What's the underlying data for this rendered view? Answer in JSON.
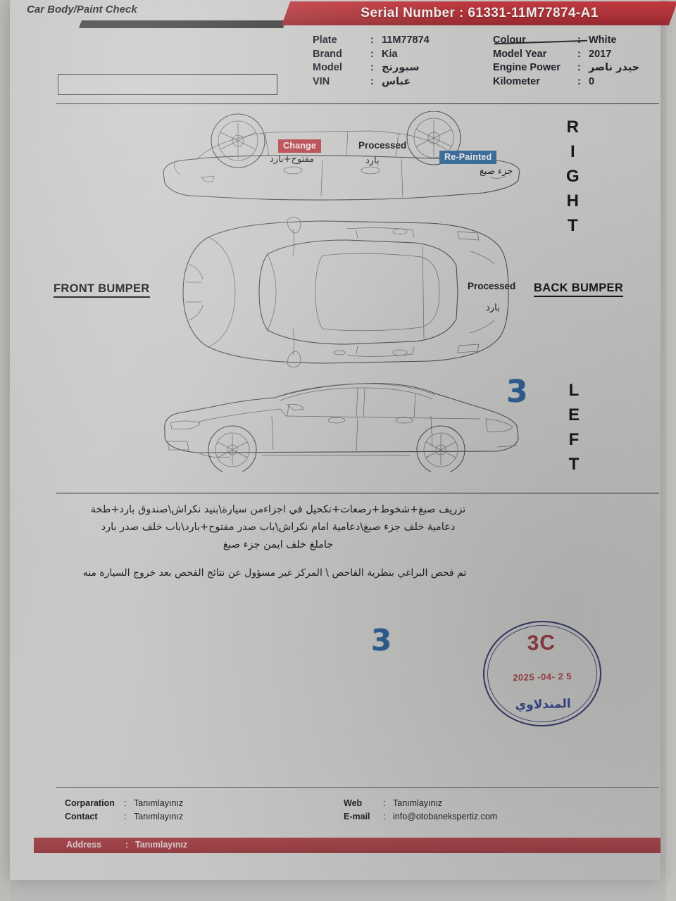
{
  "serial": {
    "label": "Serial Number :",
    "value": "61331-11M77874-A1",
    "full": "Serial Number :  61331-11M77874-A1"
  },
  "vehicle_info": {
    "left": [
      {
        "label": "Plate",
        "colon": ":",
        "value": "11M77874"
      },
      {
        "label": "Brand",
        "colon": ":",
        "value": "Kia"
      },
      {
        "label": "Model",
        "colon": ":",
        "value": "سبورتج"
      },
      {
        "label": "VIN",
        "colon": ":",
        "value": "عباس"
      }
    ],
    "right": [
      {
        "label": "Colour",
        "colon": ":",
        "value": "White"
      },
      {
        "label": "Model Year",
        "colon": ":",
        "value": "2017"
      },
      {
        "label": "Engine Power",
        "colon": ":",
        "value": "حيدر ناصر"
      },
      {
        "label": "Kilometer",
        "colon": ":",
        "value": "0"
      }
    ]
  },
  "section": {
    "title": "Car Body/Paint Check"
  },
  "diagram": {
    "labels": {
      "change": "Change",
      "change_sub": "مفتوح+بارد",
      "processed_top": "Processed",
      "processed_top_sub": "بارد",
      "repainted": "Re-Painted",
      "repainted_sub": "جزء صبغ",
      "processed_rear": "Processed",
      "processed_rear_sub": "بارد"
    },
    "front_bumper": "FRONT BUMPER",
    "back_bumper": "BACK BUMPER",
    "side_right": "RIGHT",
    "side_left": "LEFT",
    "handwritten_mark_upper": "3",
    "handwritten_mark_lower": "3",
    "colors": {
      "change_badge": "#b7434a",
      "repainted_badge": "#3b6c9a",
      "handwriting": "#2e5f93"
    }
  },
  "notes": {
    "lines": [
      "تزريف صبغ+شخوط+رصعات+تكحيل في اجزاءمن سيارة\\بنيد نكراش\\صندوق بارد+طخة",
      "دعامية خلف جزء صبغ\\دعامية امام نكراش\\باب صدر مفتوح+بارد\\باب خلف صدر بارد",
      "جاملغ خلف ايمن جزء صبغ"
    ],
    "disclaimer": "تم فحص البراغي بنظرية الفاحص \\ المركز غير مسؤول عن نتائج الفحص بعد خروج السيارة منه"
  },
  "stamp": {
    "code": "3C",
    "date": "2025 -04- 2 5",
    "name": "المندلاوي"
  },
  "footer": {
    "left": [
      {
        "label": "Corparation",
        "colon": ":",
        "value": "Tanımlayınız"
      },
      {
        "label": "Contact",
        "colon": ":",
        "value": "Tanımlayınız"
      }
    ],
    "right": [
      {
        "label": "Web",
        "colon": ":",
        "value": "Tanımlayınız"
      },
      {
        "label": "E-mail",
        "colon": ":",
        "value": "info@otobanekspertiz.com"
      }
    ],
    "address": {
      "label": "Address",
      "colon": ":",
      "value": "Tanımlayınız"
    }
  }
}
